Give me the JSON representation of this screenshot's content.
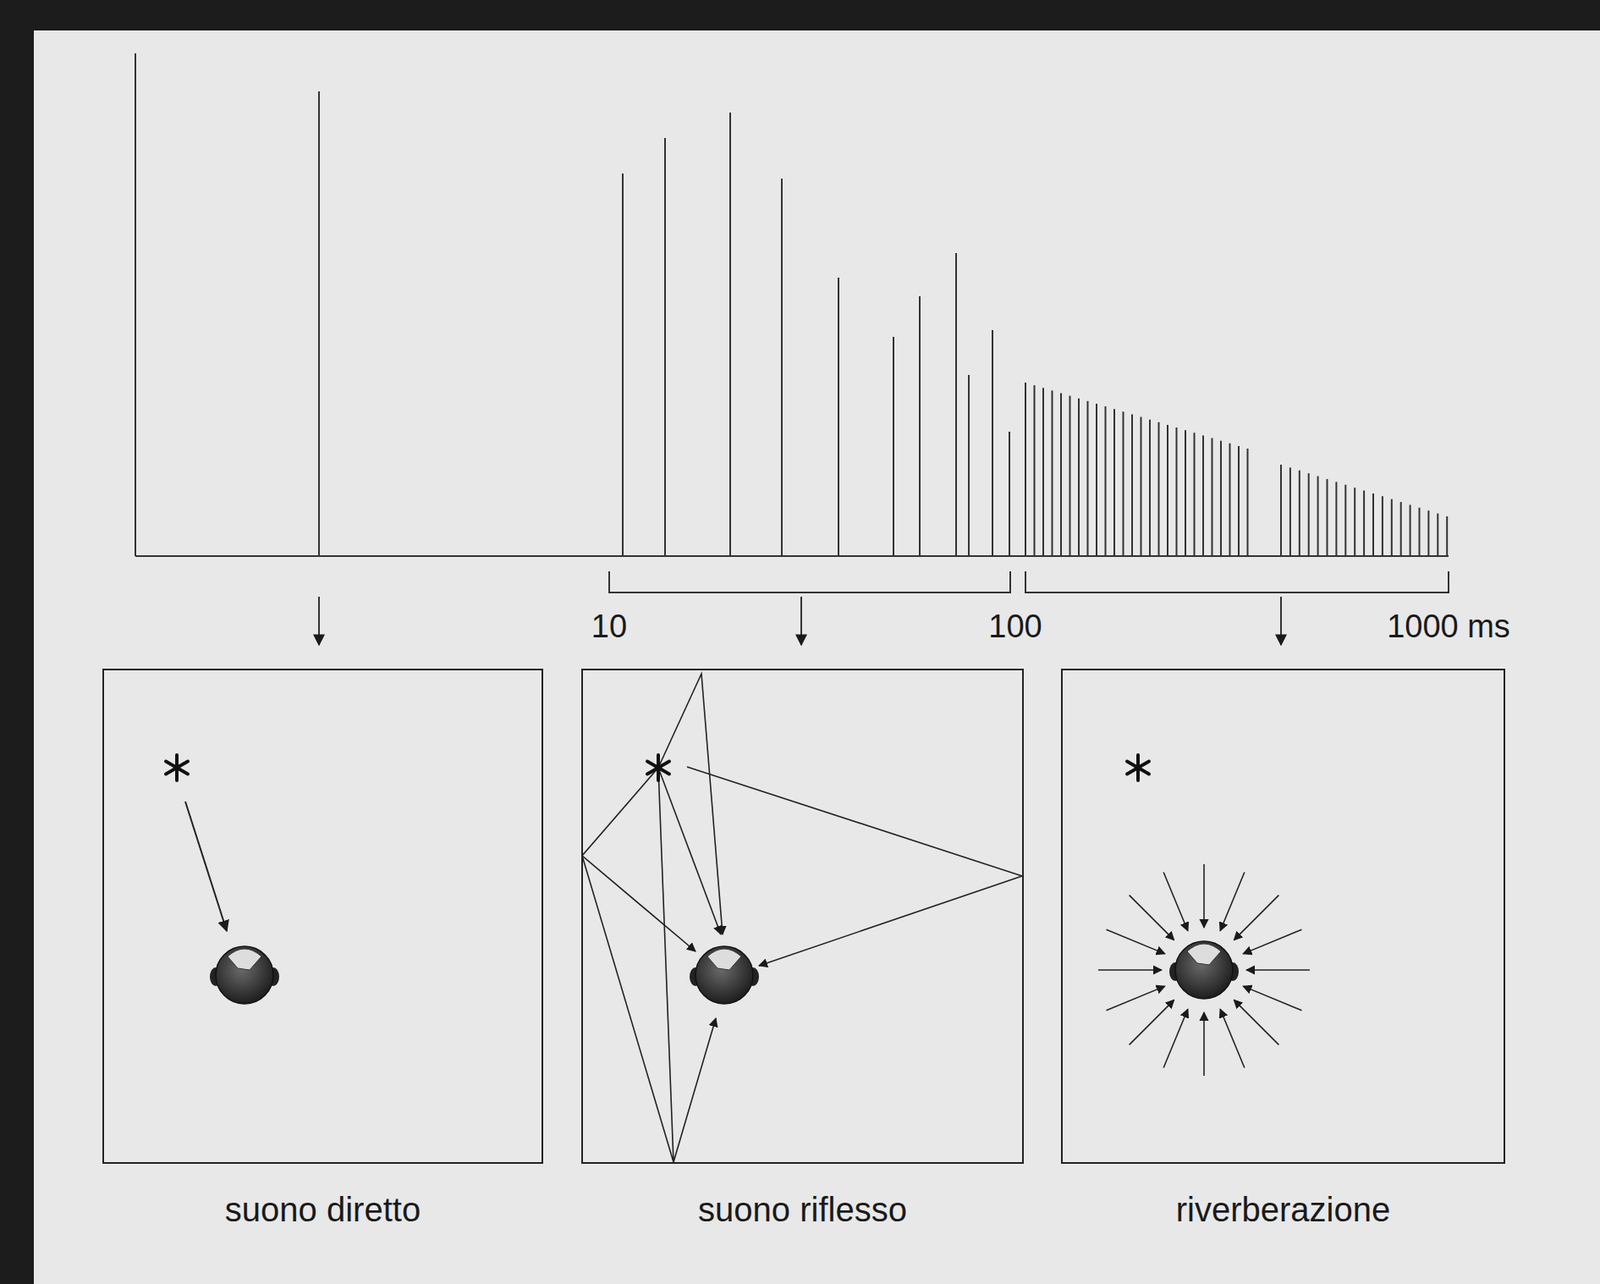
{
  "diagram": {
    "nodes": [
      {
        "text": [
          "suono diretto"
        ]
      },
      {
        "text": [
          "suono riflesso"
        ]
      },
      {
        "text": [
          "riverberazione"
        ]
      }
    ],
    "labels": [
      "10",
      "100",
      "1000 ms"
    ]
  }
}
